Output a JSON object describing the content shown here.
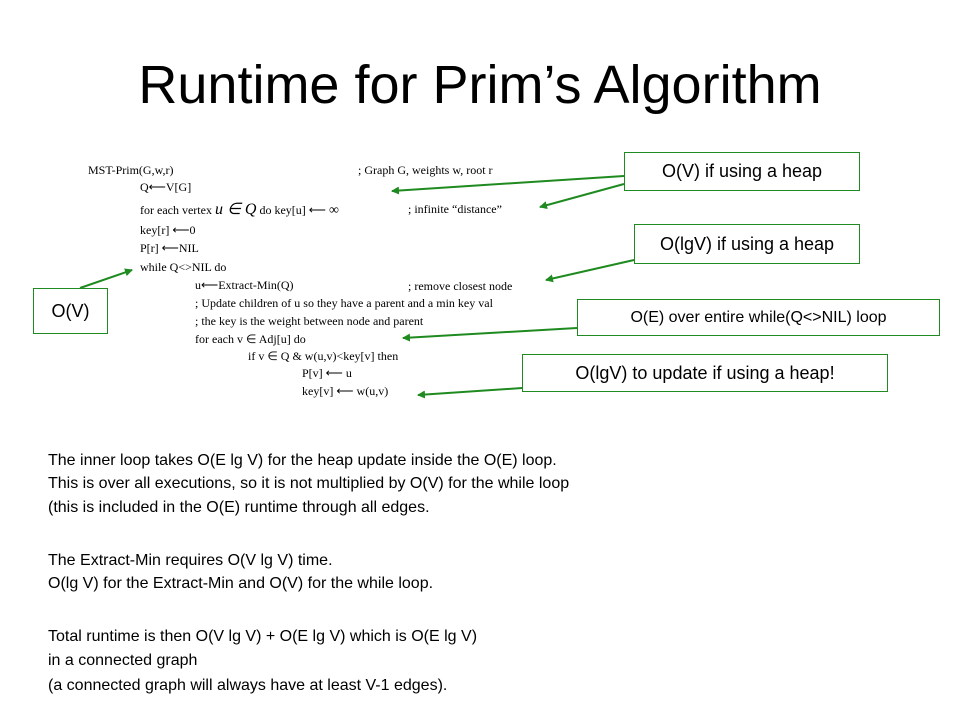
{
  "title": "Runtime for Prim’s Algorithm",
  "pseudocode": {
    "line1": "MST-Prim(G,w,r)",
    "line1_comment": "; Graph G, weights w, root r",
    "line2_lhs": "Q",
    "line2_rhs": "V[G]",
    "line3_a": "for each vertex",
    "line3_math": "u ∈ Q",
    "line3_b": "do key[u]",
    "line3_inf": "∞",
    "line3_comment": "; infinite “distance”",
    "line4_lhs": "key[r]",
    "line4_rhs": "0",
    "line5_lhs": "P[r]",
    "line5_rhs": "NIL",
    "line6": "while Q<>NIL do",
    "line7_lhs": "u",
    "line7_rhs": "Extract-Min(Q)",
    "line7_comment": "; remove closest node",
    "line8": "; Update children of u so they have a parent and a min key val",
    "line9": "; the key is the weight between node and parent",
    "line10": "for each v ∈ Adj[u] do",
    "line11": "if v ∈ Q & w(u,v)<key[v] then",
    "line12_lhs": "P[v]",
    "line12_rhs": "u",
    "line13_lhs": "key[v]",
    "line13_rhs": "w(u,v)"
  },
  "callouts": {
    "heap_v": "O(V) if using a heap",
    "heap_lgv": "O(lgV) if using a heap",
    "loop_e": "O(E) over entire while(Q<>NIL) loop",
    "update_lgv": "O(lgV) to update if using a heap!",
    "ov": "O(V)"
  },
  "explanation": {
    "p1_l1": "The inner loop takes O(E lg V) for the heap update inside the O(E) loop.",
    "p1_l2": "This is over all executions, so it is not multiplied by O(V) for the while loop",
    "p1_l3": "(this is included in the O(E) runtime through all edges.",
    "p2_l1": "The Extract-Min requires O(V lg V) time.",
    "p2_l2": "O(lg V) for the Extract-Min and O(V) for the while loop.",
    "p3_l1": "Total runtime is then O(V lg V) + O(E lg V) which is O(E lg V)",
    "p3_l2": "in a connected graph",
    "p3_l3": "(a connected graph will always have at least V-1 edges)."
  },
  "colors": {
    "callout_border": "#1f8a1f",
    "arrow": "#1f8a1f",
    "text": "#000000"
  }
}
